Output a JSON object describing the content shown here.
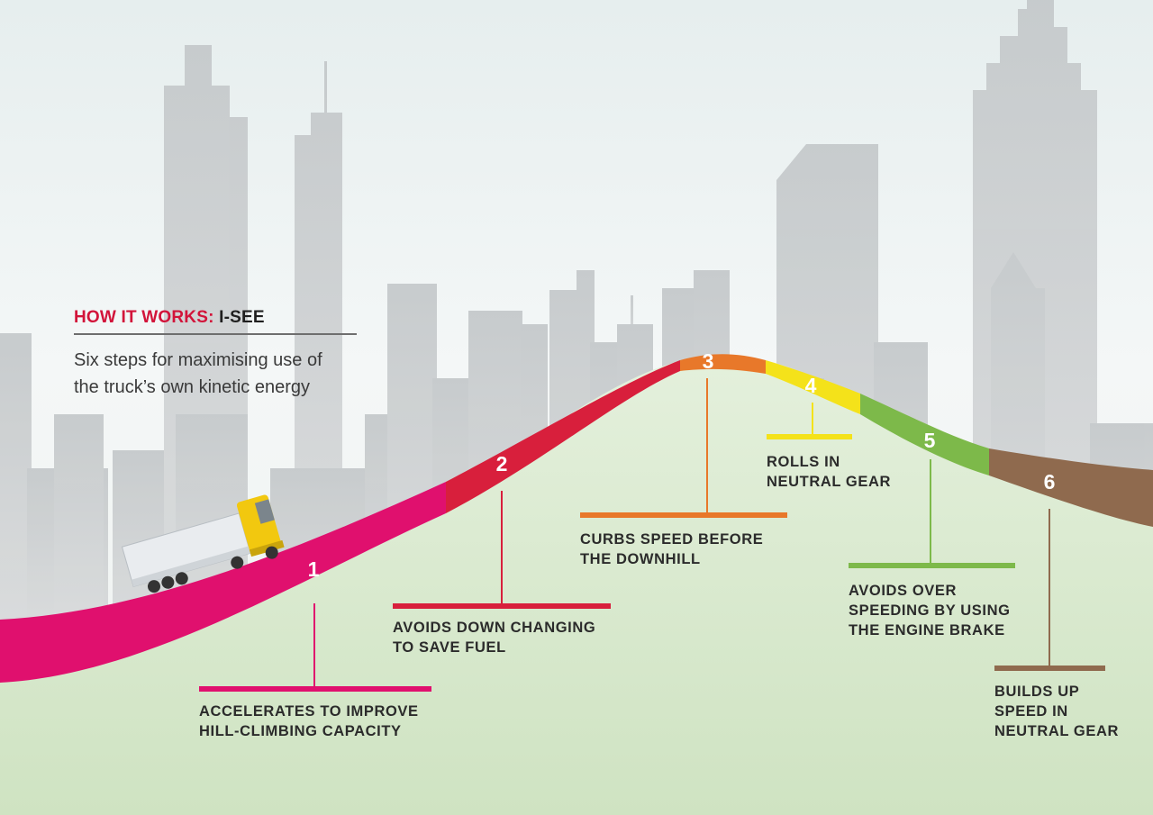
{
  "heading": {
    "accent": "HOW IT WORKS:",
    "rest": " I-SEE"
  },
  "subtitle": [
    "Six steps for maximising use of",
    "the truck’s own kinetic energy"
  ],
  "steps": [
    {
      "number": "1",
      "color": "#e0106e",
      "label": [
        "ACCELERATES TO IMPROVE",
        "HILL-CLIMBING CAPACITY"
      ]
    },
    {
      "number": "2",
      "color": "#d81f3c",
      "label": [
        "AVOIDS DOWN CHANGING",
        "TO SAVE FUEL"
      ]
    },
    {
      "number": "3",
      "color": "#e8782a",
      "label": [
        "CURBS SPEED BEFORE",
        "THE DOWNHILL"
      ]
    },
    {
      "number": "4",
      "color": "#f4e21a",
      "label": [
        "ROLLS IN",
        "NEUTRAL GEAR"
      ]
    },
    {
      "number": "5",
      "color": "#7db94a",
      "label": [
        "AVOIDS OVER",
        "SPEEDING BY USING",
        "THE ENGINE BRAKE"
      ]
    },
    {
      "number": "6",
      "color": "#8f6a4e",
      "label": [
        "BUILDS UP",
        "SPEED IN",
        "NEUTRAL GEAR"
      ]
    }
  ],
  "colors": {
    "sky_top": "#e8eeee",
    "ground": "#d6e8c9",
    "buildings": "#c9cccd",
    "truck_cab": "#f2c80f",
    "trailer": "#e9ecef"
  },
  "icons": [
    "truck-icon",
    "city-skyline"
  ]
}
